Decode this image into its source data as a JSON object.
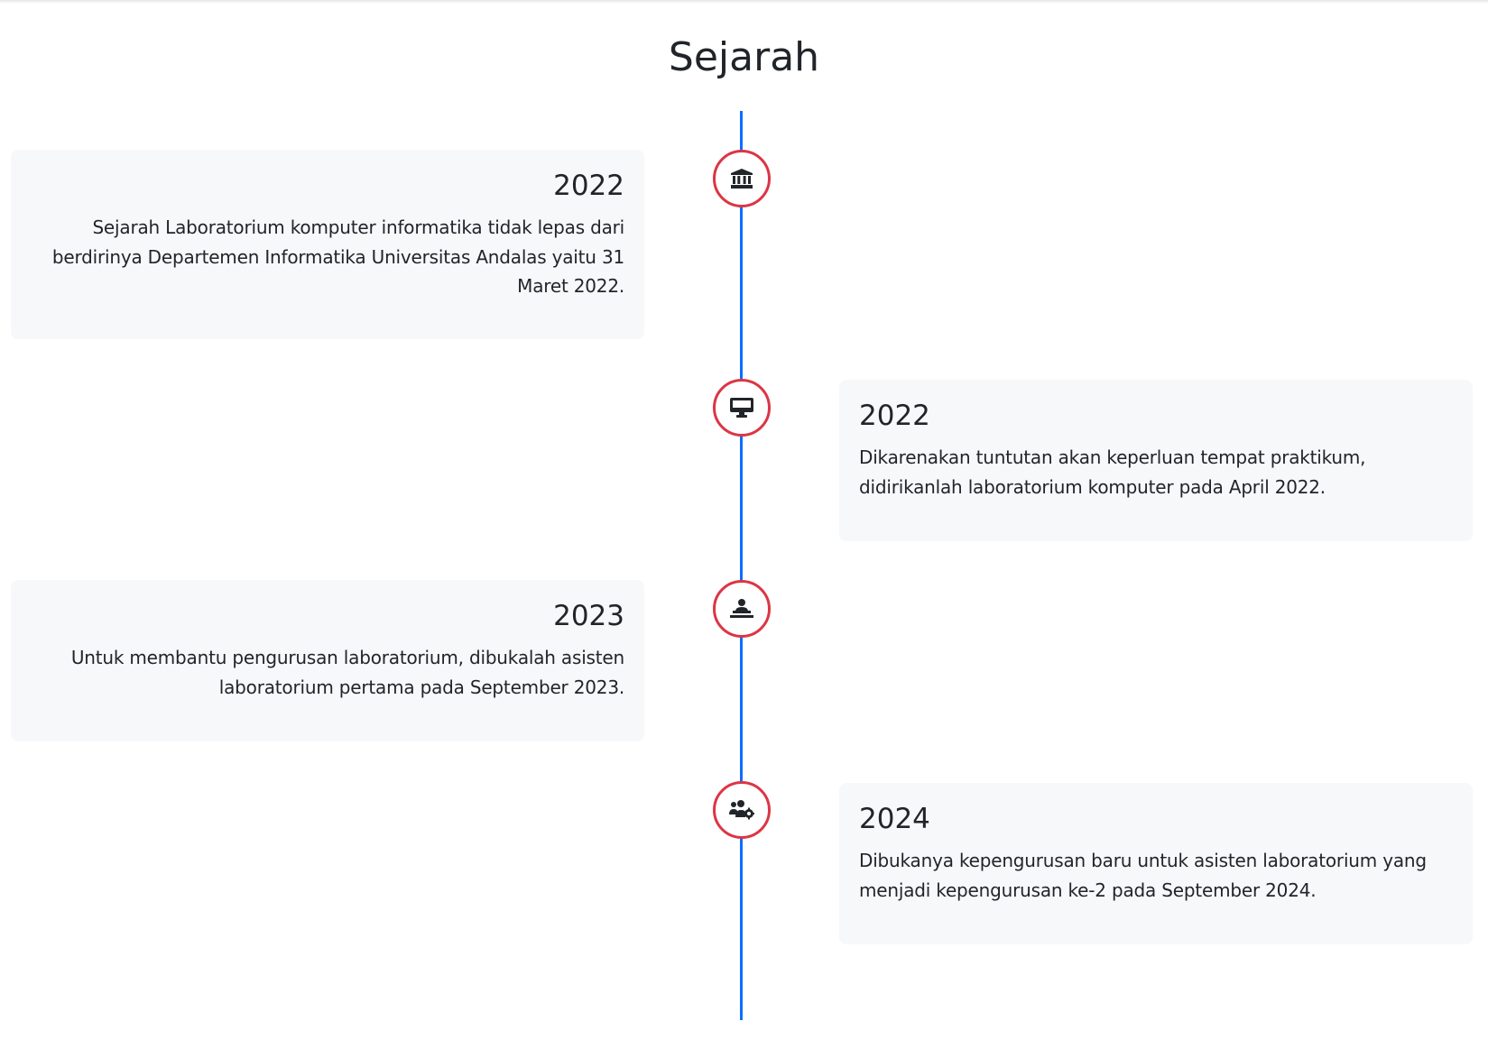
{
  "page": {
    "title": "Sejarah"
  },
  "colors": {
    "timeline_line": "#0d6efd",
    "marker_border": "#dc3545",
    "card_background": "#f7f8fa",
    "text": "#212529"
  },
  "timeline": {
    "items": [
      {
        "year": "2022",
        "side": "left",
        "icon": "university-building-icon",
        "text": "Sejarah Laboratorium komputer informatika tidak lepas dari berdirinya Departemen Informatika Universitas Andalas yaitu 31 Maret 2022."
      },
      {
        "year": "2022",
        "side": "right",
        "icon": "desktop-computer-icon",
        "text": "Dikarenakan tuntutan akan keperluan tempat praktikum, didirikanlah laboratorium komputer pada April 2022."
      },
      {
        "year": "2023",
        "side": "left",
        "icon": "chalkboard-teacher-icon",
        "text": "Untuk membantu pengurusan laboratorium, dibukalah asisten laboratorium pertama pada September 2023."
      },
      {
        "year": "2024",
        "side": "right",
        "icon": "users-cog-icon",
        "text": "Dibukanya kepengurusan baru untuk asisten laboratorium yang menjadi kepengurusan ke-2 pada September 2024."
      }
    ]
  }
}
